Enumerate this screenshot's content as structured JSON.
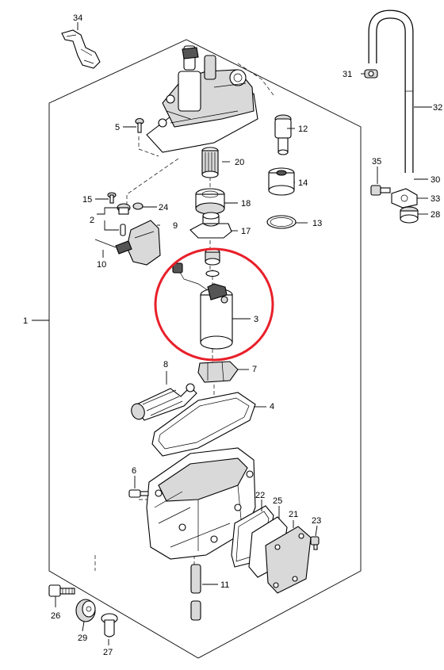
{
  "highlight": {
    "color": "#e8202a",
    "part": "3"
  },
  "callouts": {
    "p1": "1",
    "p2": "2",
    "p3": "3",
    "p4": "4",
    "p5": "5",
    "p6": "6",
    "p7": "7",
    "p8": "8",
    "p9": "9",
    "p10": "10",
    "p11": "11",
    "p12": "12",
    "p13": "13",
    "p14": "14",
    "p15": "15",
    "p17": "17",
    "p18": "18",
    "p20": "20",
    "p21": "21",
    "p22": "22",
    "p23": "23",
    "p24": "24",
    "p25": "25",
    "p26": "26",
    "p27": "27",
    "p28": "28",
    "p29": "29",
    "p30": "30",
    "p31": "31",
    "p32": "32",
    "p33": "33",
    "p34": "34",
    "p35": "35"
  }
}
